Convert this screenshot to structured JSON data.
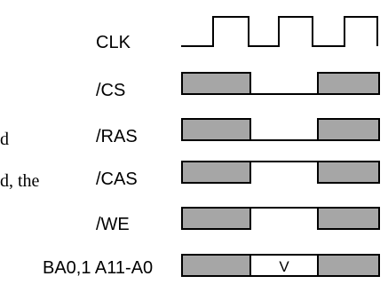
{
  "background_text": [
    "d",
    "d, the"
  ],
  "signals": [
    {
      "label": "CLK",
      "kind": "clock"
    },
    {
      "label": "/CS",
      "kind": "high-low-high"
    },
    {
      "label": "/RAS",
      "kind": "high-low-high"
    },
    {
      "label": "/CAS",
      "kind": "high-low-high"
    },
    {
      "label": "/WE",
      "kind": "high-low-high"
    },
    {
      "label": "BA0,1 A11-A0",
      "kind": "bus",
      "value": "V"
    }
  ],
  "colors": {
    "dont_care_fill": "#a6a6a6",
    "line": "#000000",
    "background": "#ffffff"
  }
}
